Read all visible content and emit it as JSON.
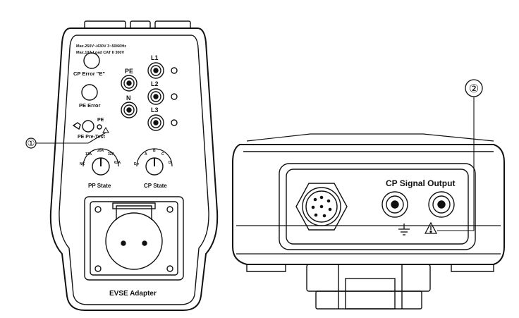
{
  "front": {
    "spec_line_1": "Max.250V~/430V 3~50/60Hz",
    "spec_line_2": "Max.10A Load CAT II 300V",
    "cp_error_label": "CP Error \"E\"",
    "pe_error_label": "PE Error",
    "pe_label": "PE",
    "n_label": "N",
    "l1_label": "L1",
    "l2_label": "L2",
    "l3_label": "L3",
    "pe_small_label": "PE",
    "pe_pretest_label": "PE Pre-Test",
    "pp_state_label": "PP State",
    "cp_state_label": "CP State",
    "pp_dial_ticks": [
      "NC",
      "13A",
      "20A",
      "32A",
      "63A"
    ],
    "cp_dial_ticks": [
      "Err",
      "A",
      "B",
      "C",
      "D"
    ],
    "device_name": "EVSE Adapter"
  },
  "side": {
    "cp_signal_output_label": "CP Signal Output"
  },
  "callouts": [
    {
      "number": "①"
    },
    {
      "number": "②"
    }
  ]
}
